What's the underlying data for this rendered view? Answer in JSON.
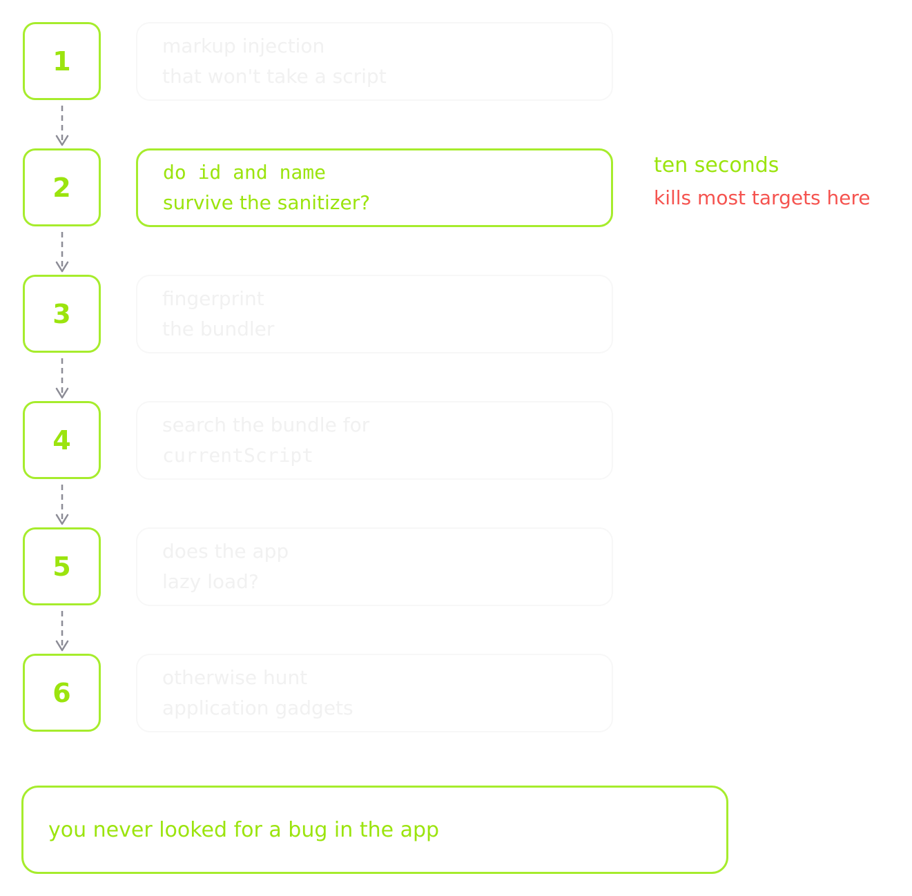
{
  "steps": [
    {
      "number": "1",
      "lines": [
        "markup injection",
        "that won't take a script"
      ],
      "active": false
    },
    {
      "number": "2",
      "lines": [
        "do id and name",
        "survive the sanitizer?"
      ],
      "active": true
    },
    {
      "number": "3",
      "lines": [
        "fingerprint",
        "the bundler"
      ],
      "active": false
    },
    {
      "number": "4",
      "lines": [
        "search the bundle for",
        "currentScript"
      ],
      "active": false
    },
    {
      "number": "5",
      "lines": [
        "does the app",
        "lazy load?"
      ],
      "active": false
    },
    {
      "number": "6",
      "lines": [
        "otherwise hunt",
        "application gadgets"
      ],
      "active": false
    }
  ],
  "side_note": {
    "line1": "ten seconds",
    "line2": "kills most targets here"
  },
  "conclusion": "you never looked for a bug in the app",
  "colors": {
    "accent": "#9be40e",
    "accent_border": "#a6ec2c",
    "warning": "#f5534f",
    "arrow": "#8c8c96",
    "dim_text": "#f1f1f1"
  }
}
